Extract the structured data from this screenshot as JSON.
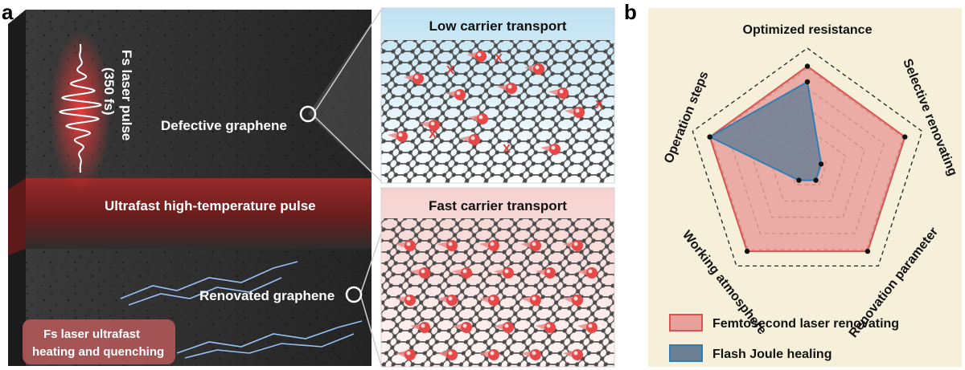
{
  "panel_a": {
    "letter": "a",
    "laser_pulse_line1": "Fs laser pulse",
    "laser_pulse_line2": "(350 fs)",
    "defective_label": "Defective graphene",
    "pulse_band_label": "Ultrafast high-temperature pulse",
    "renovated_label": "Renovated graphene",
    "heating_box_line1": "Fs laser ultrafast",
    "heating_box_line2": "heating and quenching",
    "low_transport_title": "Low carrier transport",
    "fast_transport_title": "Fast carrier transport",
    "defect_mark": "X"
  },
  "panel_b": {
    "letter": "b",
    "axes": [
      "Optimized resistance",
      "Selective renovating",
      "Renovation parameter",
      "Working atmosphere",
      "Operation steps"
    ],
    "series": [
      {
        "name": "Femtosecond laser renovating",
        "color": "#d9534f",
        "fill": "#e8a09a",
        "values": [
          0.85,
          0.85,
          0.85,
          0.85,
          0.85
        ]
      },
      {
        "name": "Flash Joule healing",
        "color": "#2e7fb8",
        "fill": "#6b7f95",
        "values": [
          0.72,
          0.12,
          0.12,
          0.12,
          0.85
        ]
      }
    ],
    "levels": 6,
    "colors": {
      "background": "#f5eed8"
    }
  }
}
